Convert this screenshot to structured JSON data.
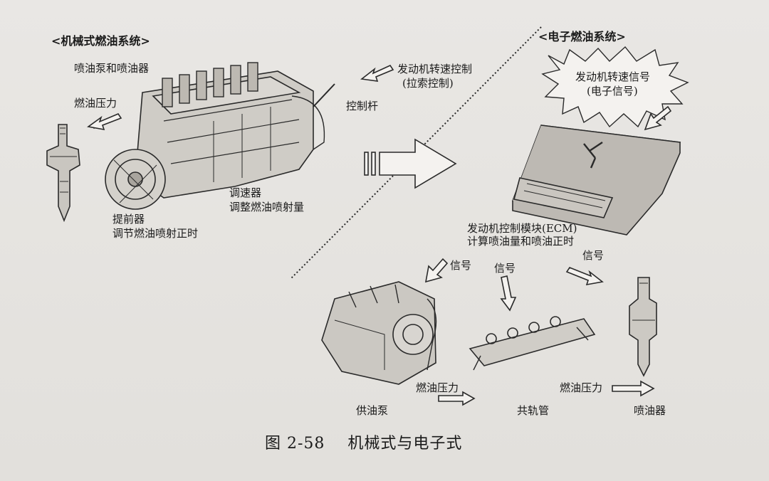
{
  "mechanical": {
    "title": "<机械式燃油系统>",
    "pump_injector": "喷油泵和喷油器",
    "fuel_pressure": "燃油压力",
    "engine_speed_line1": "发动机转速控制",
    "engine_speed_line2": "(拉索控制)",
    "lever": "控制杆",
    "governor_line1": "调速器",
    "governor_line2": "调整燃油喷射量",
    "advancer_line1": "提前器",
    "advancer_line2": "调节燃油喷射正时"
  },
  "electronic": {
    "title": "<电子燃油系统>",
    "signal_burst_line1": "发动机转速信号",
    "signal_burst_line2": "(电子信号)",
    "ecm_line1": "发动机控制模块(ECM)",
    "ecm_line2": "计算喷油量和喷油正时",
    "signal_1": "信号",
    "signal_2": "信号",
    "signal_3": "信号",
    "fuel_pressure_1": "燃油压力",
    "fuel_pressure_2": "燃油压力",
    "supply_pump": "供油泵",
    "common_rail": "共轨管",
    "injector": "喷油器"
  },
  "caption": "图 2-58    机械式与电子式"
}
